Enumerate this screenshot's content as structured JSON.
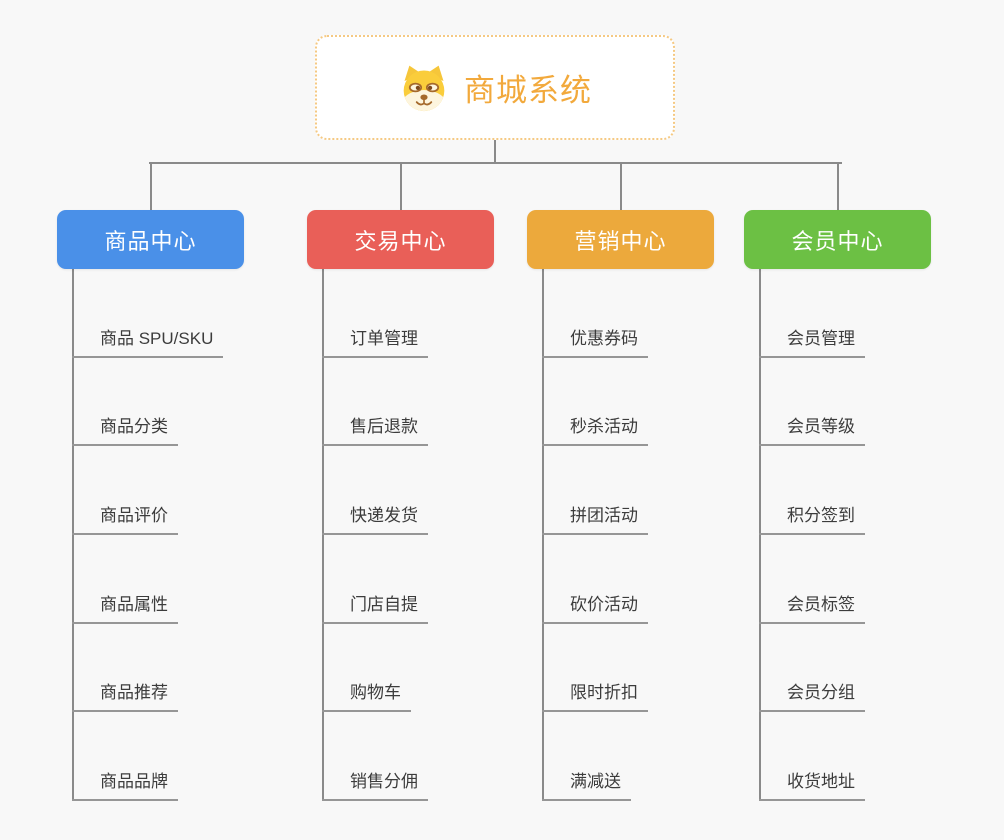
{
  "root": {
    "title": "商城系统",
    "icon": "doge-icon"
  },
  "branches": [
    {
      "id": "product-center",
      "label": "商品中心",
      "color": "#4A90E8",
      "children": [
        "商品 SPU/SKU",
        "商品分类",
        "商品评价",
        "商品属性",
        "商品推荐",
        "商品品牌"
      ]
    },
    {
      "id": "trade-center",
      "label": "交易中心",
      "color": "#E95F58",
      "children": [
        "订单管理",
        "售后退款",
        "快递发货",
        "门店自提",
        "购物车",
        "销售分佣"
      ]
    },
    {
      "id": "marketing-center",
      "label": "营销中心",
      "color": "#ECA93C",
      "children": [
        "优惠券码",
        "秒杀活动",
        "拼团活动",
        "砍价活动",
        "限时折扣",
        "满减送"
      ]
    },
    {
      "id": "member-center",
      "label": "会员中心",
      "color": "#6CC044",
      "children": [
        "会员管理",
        "会员等级",
        "积分签到",
        "会员标签",
        "会员分组",
        "收货地址"
      ]
    }
  ],
  "colors": {
    "background": "#F8F8F8",
    "root_text": "#F2A93C",
    "root_border": "#F5C983",
    "connector": "#8A8A8A",
    "leaf_underline": "#969696",
    "leaf_text": "#3C3C3C",
    "node_text": "#FFFFFF"
  }
}
